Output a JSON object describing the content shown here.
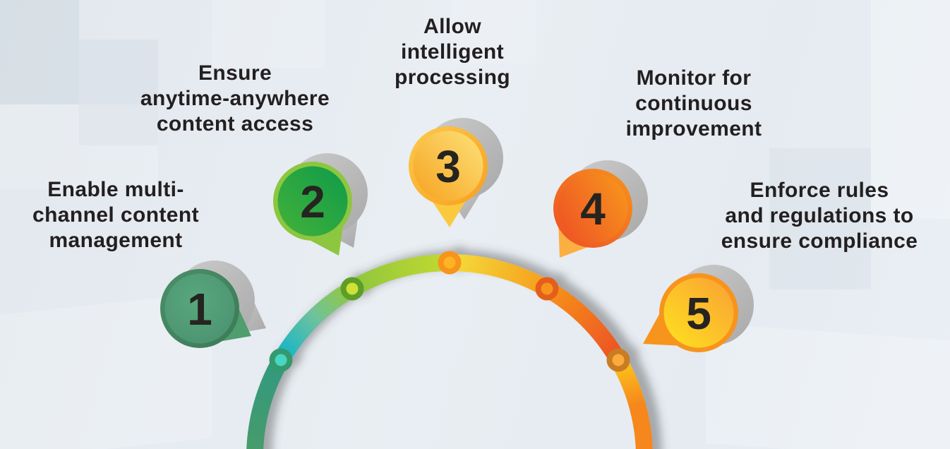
{
  "diagram": {
    "kind": "five-step semicircle process infographic",
    "palette": {
      "background": "#e8edf2",
      "label_text": "#231f20",
      "number_text": "#262420",
      "shadow_gray": "#bcbcbc",
      "arc_gradient": [
        "#4a9c68",
        "#0db4cd",
        "#8dc63f",
        "#c3d92f",
        "#f3dd3a",
        "#f79c1d",
        "#f7941d",
        "#ec4f22",
        "#fdc81d",
        "#f5871d"
      ]
    }
  },
  "steps": [
    {
      "number": "1",
      "lines": [
        "Enable multi-",
        "channel content",
        "management"
      ],
      "bubble_color": "#4f9e6e",
      "ring_color": "#44855f",
      "node_ring": "#35996e",
      "node_dot": "#47d6c1"
    },
    {
      "number": "2",
      "lines": [
        "Ensure",
        "anytime-anywhere",
        "content access"
      ],
      "bubble_color": "#2d9e46",
      "ring_color": "#8dc63f",
      "node_ring": "#5d9e28",
      "node_dot": "#cfe039"
    },
    {
      "number": "3",
      "lines": [
        "Allow",
        "intelligent",
        "processing"
      ],
      "bubble_color": "#fbc63d",
      "ring_color": "#f9a825",
      "node_ring": "#f7941d",
      "node_dot": "#fcb328"
    },
    {
      "number": "4",
      "lines": [
        "Monitor for",
        "continuous",
        "improvement"
      ],
      "bubble_color": "#f4731f",
      "ring_color": "#f15a29",
      "node_ring": "#e55e1b",
      "node_dot": "#f7941d"
    },
    {
      "number": "5",
      "lines": [
        "Enforce rules",
        "and regulations to",
        "ensure compliance"
      ],
      "bubble_color": "#fddd20",
      "ring_color": "#f7941d",
      "node_ring": "#c97b20",
      "node_dot": "#fbab3c"
    }
  ]
}
